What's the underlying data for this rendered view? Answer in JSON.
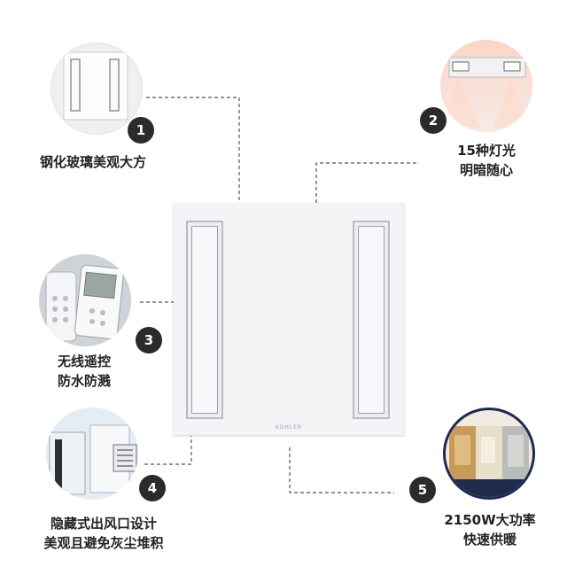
{
  "product": {
    "brand": "KOHLER"
  },
  "features": [
    {
      "number": "1",
      "lines": [
        "钢化玻璃美观大方"
      ],
      "icon": "glass-panel-icon"
    },
    {
      "number": "2",
      "lines": [
        "15种灯光",
        "明暗随心"
      ],
      "icon": "light-icon"
    },
    {
      "number": "3",
      "lines": [
        "无线遥控",
        "防水防溅"
      ],
      "icon": "remote-icon"
    },
    {
      "number": "4",
      "lines": [
        "隐藏式出风口设计",
        "美观且避免灰尘堆积"
      ],
      "icon": "vent-icon"
    },
    {
      "number": "5",
      "lines": [
        "2150W大功率",
        "快速供暖"
      ],
      "icon": "heater-icon"
    }
  ],
  "colors": {
    "badge": "#2b2b2b",
    "line": "#555555",
    "panel": "#f3f4f6"
  }
}
